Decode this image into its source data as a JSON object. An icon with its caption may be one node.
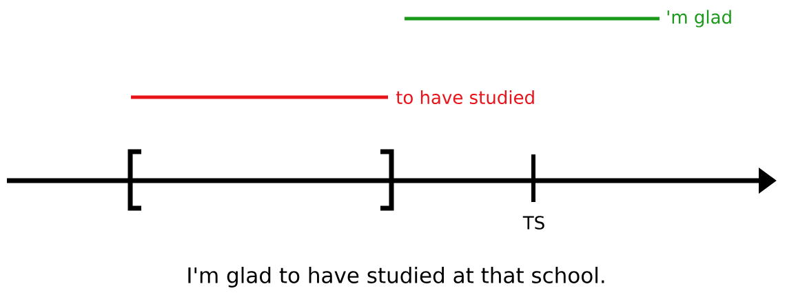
{
  "diagram": {
    "caption": "I'm glad to have studied at that school.",
    "labels": [
      "'m glad",
      "to have studied",
      "TS"
    ]
  }
}
